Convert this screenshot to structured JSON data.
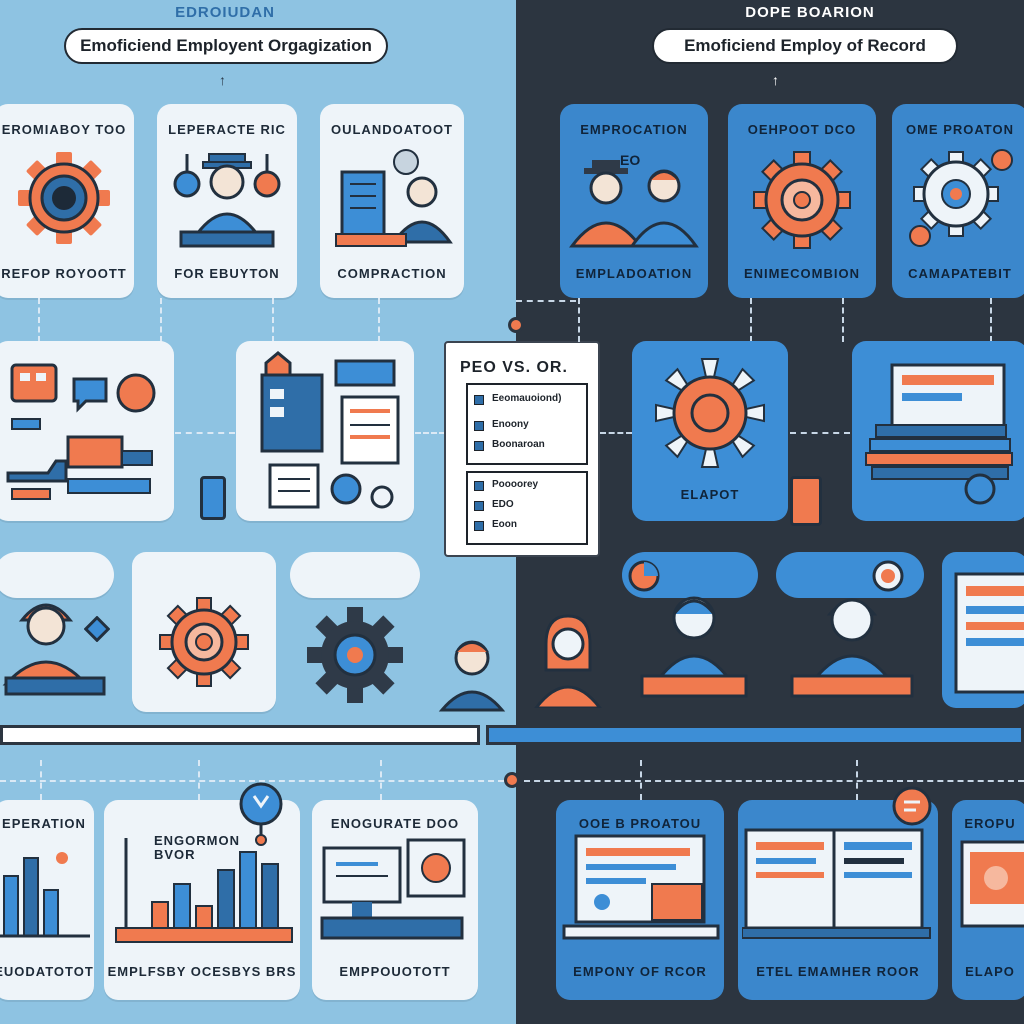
{
  "left": {
    "heading": "EDROIUDAN",
    "title": "Emoficiend Employent Orgagization",
    "top_cards": [
      {
        "top": "EROMIABOY TOO",
        "bottom": "REFOP ROYOOTT"
      },
      {
        "top": "LEPERACTE RIC",
        "bottom": "FOR EBUYTON"
      },
      {
        "top": "OULANDOATOOT",
        "bottom": "COMPRACTION"
      }
    ],
    "bottom_cards": [
      {
        "top": "EPERATION",
        "bottom": "EUODATOTOT"
      },
      {
        "top": "ENGORMON BVOR",
        "bottom": "EMPLFSBY OCESBYS BRS"
      },
      {
        "top": "ENOGURATE DOO",
        "bottom": "EMPPOUOTOTT"
      }
    ]
  },
  "right": {
    "heading": "DOPE BOARION",
    "title": "Emoficiend Employ of Record",
    "top_cards": [
      {
        "top": "EMPROCATION",
        "bottom": "EMPLADOATION",
        "badge": "EO"
      },
      {
        "top": "OEHPOOT DCO",
        "bottom": "ENIMECOMBION"
      },
      {
        "top": "OME PROATON",
        "bottom": "CAMAPATEBIT"
      }
    ],
    "mid_cards": [
      {
        "label": "ELAPOT"
      }
    ],
    "bottom_cards": [
      {
        "top": "OOE B PROATOU",
        "bottom": "EMPONY OF RCOR"
      },
      {
        "top": "",
        "bottom": "ETEL EMAMHER ROOR"
      },
      {
        "top": "EROPU",
        "bottom": "ELAPO"
      }
    ]
  },
  "compare": {
    "title": "PEO  VS. OR.",
    "group1": [
      "Eeomauoiond)",
      "Enoony",
      "Boonaroan"
    ],
    "group2": [
      "Poooorey",
      "EDO",
      "Eoon"
    ]
  },
  "colors": {
    "left_bg": "#8ec3e2",
    "right_bg": "#2c3540",
    "accent_orange": "#f07a4f",
    "accent_blue": "#2f6ea8",
    "card_blue": "#3b87cc"
  }
}
